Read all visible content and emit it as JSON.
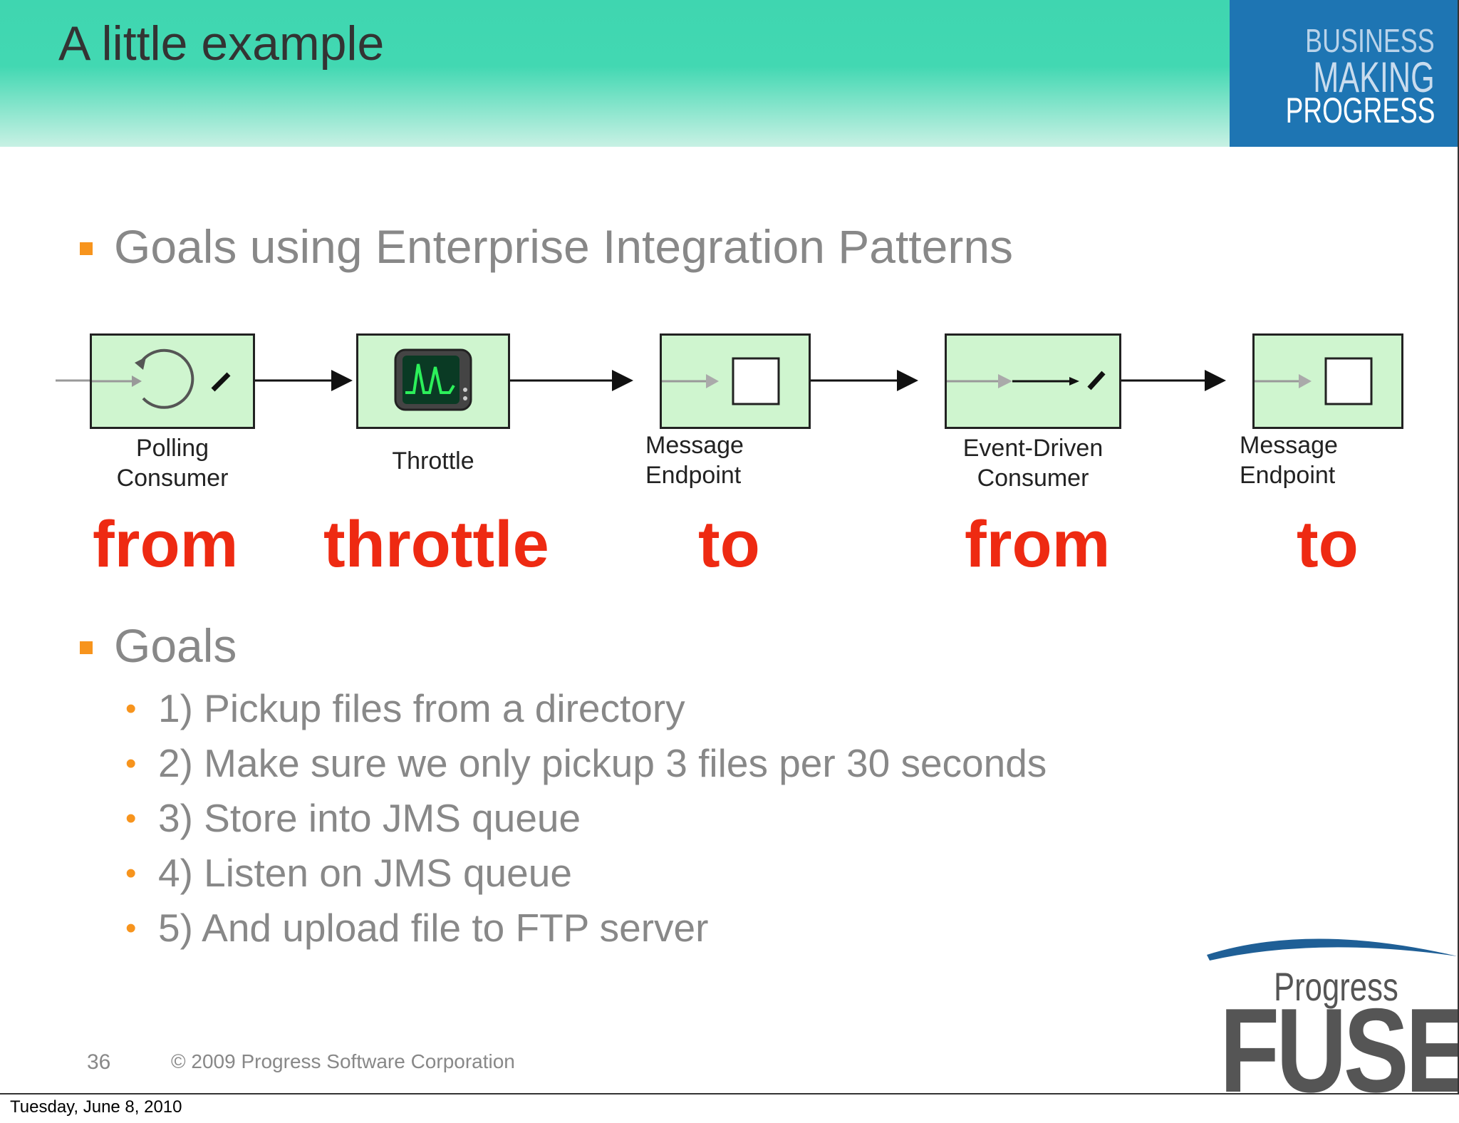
{
  "slide": {
    "title": "A little example",
    "brand": {
      "line1": "BUSINESS",
      "line2": "MAKING",
      "line3": "PROGRESS"
    },
    "bullets": [
      {
        "text": "Goals using Enterprise Integration Patterns"
      },
      {
        "text": "Goals"
      }
    ],
    "goals": [
      "1) Pickup files from a directory",
      "2) Make sure we only pickup 3 files per 30 seconds",
      "3) Store into JMS queue",
      "4) Listen on JMS queue",
      "5) And upload file to FTP server"
    ],
    "pattern_labels": [
      "Polling\nConsumer",
      "Throttle",
      "Message\nEndpoint",
      "Event-Driven\nConsumer",
      "Message\nEndpoint"
    ],
    "dsl_keywords": [
      "from",
      "throttle",
      "to",
      "from",
      "to"
    ],
    "page_number": "36",
    "copyright": "© 2009 Progress Software Corporation",
    "logo": {
      "progress": "Progress",
      "fuse": "FUSE"
    }
  },
  "footer": {
    "date": "Tuesday, June 8, 2010"
  },
  "colors": {
    "accent_orange": "#f7941d",
    "dsl_red": "#ee2a12",
    "header_teal": "#3fd6b0",
    "brand_blue": "#1e75b3",
    "pattern_box_green": "#cff5cf"
  }
}
